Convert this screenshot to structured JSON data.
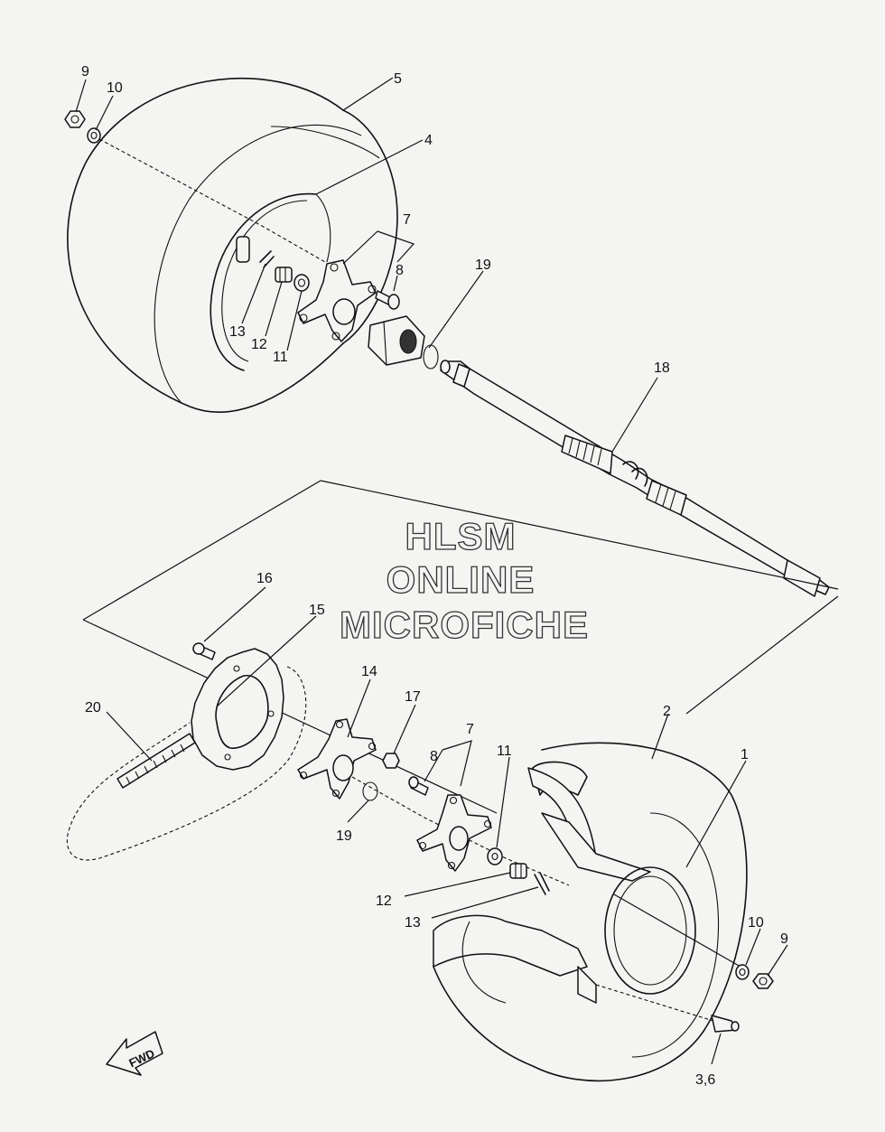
{
  "watermark": {
    "line1": "HLSM",
    "line2": "ONLINE",
    "line3": "MICROFICHE"
  },
  "direction_label": "FWD",
  "callouts": {
    "c9_top": "9",
    "c10_top": "10",
    "c5": "5",
    "c4": "4",
    "c7_top": "7",
    "c8_top": "8",
    "c19_top": "19",
    "c13_top": "13",
    "c12_top": "12",
    "c11_top": "11",
    "c18": "18",
    "c16": "16",
    "c15": "15",
    "c14": "14",
    "c17": "17",
    "c20": "20",
    "c7_bot": "7",
    "c8_bot": "8",
    "c11_bot": "11",
    "c2": "2",
    "c1": "1",
    "c19_bot": "19",
    "c12_bot": "12",
    "c13_bot": "13",
    "c10_bot": "10",
    "c9_bot": "9",
    "c36": "3,6"
  }
}
